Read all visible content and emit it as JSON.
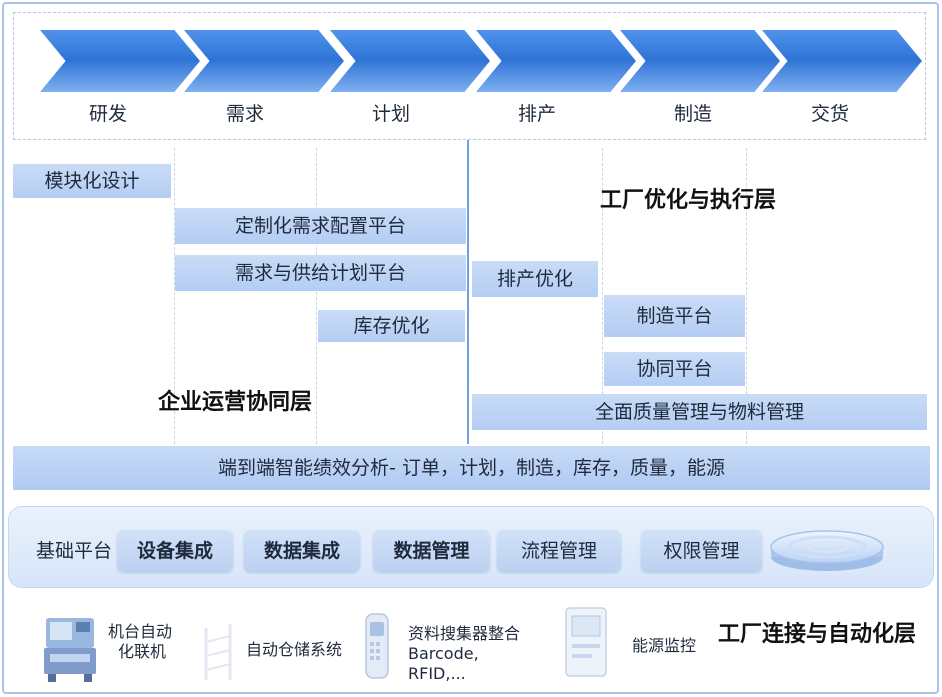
{
  "process_steps": [
    "研发",
    "需求",
    "计划",
    "排产",
    "制造",
    "交货"
  ],
  "layers": {
    "factory_execution": "工厂优化与执行层",
    "enterprise_ops": "企业运营协同层",
    "factory_connection": "工厂连接与自动化层"
  },
  "function_bars": {
    "modular_design": "模块化设计",
    "custom_config": "定制化需求配置平台",
    "demand_supply_plan": "需求与供给计划平台",
    "inventory_opt": "库存优化",
    "scheduling_opt": "排产优化",
    "manufacturing_platform": "制造平台",
    "collab_platform": "协同平台",
    "quality_material": "全面质量管理与物料管理"
  },
  "analytics_bar": "端到端智能绩效分析- 订单，计划，制造，库存，质量，能源",
  "base_platform": {
    "label": "基础平台",
    "modules": [
      "设备集成",
      "数据集成",
      "数据管理",
      "流程管理",
      "权限管理"
    ]
  },
  "devices": {
    "machine": [
      "机台自动",
      "化联机"
    ],
    "warehouse": "自动仓储系统",
    "collector": [
      "资料搜集器整合",
      "Barcode,",
      "RFID,..."
    ],
    "energy": "能源监控"
  },
  "colors": {
    "chevron": "#2f73d6",
    "bar_fill": "#b4cdf3",
    "divider": "#6fa0e0",
    "frame": "#a9c4ea"
  }
}
